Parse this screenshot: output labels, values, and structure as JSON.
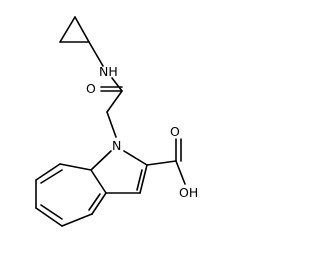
{
  "molecule": {
    "atoms": {
      "nh": "NH",
      "o_amide": "O",
      "n_indole": "N",
      "o_acid": "O",
      "oh": "OH"
    }
  }
}
